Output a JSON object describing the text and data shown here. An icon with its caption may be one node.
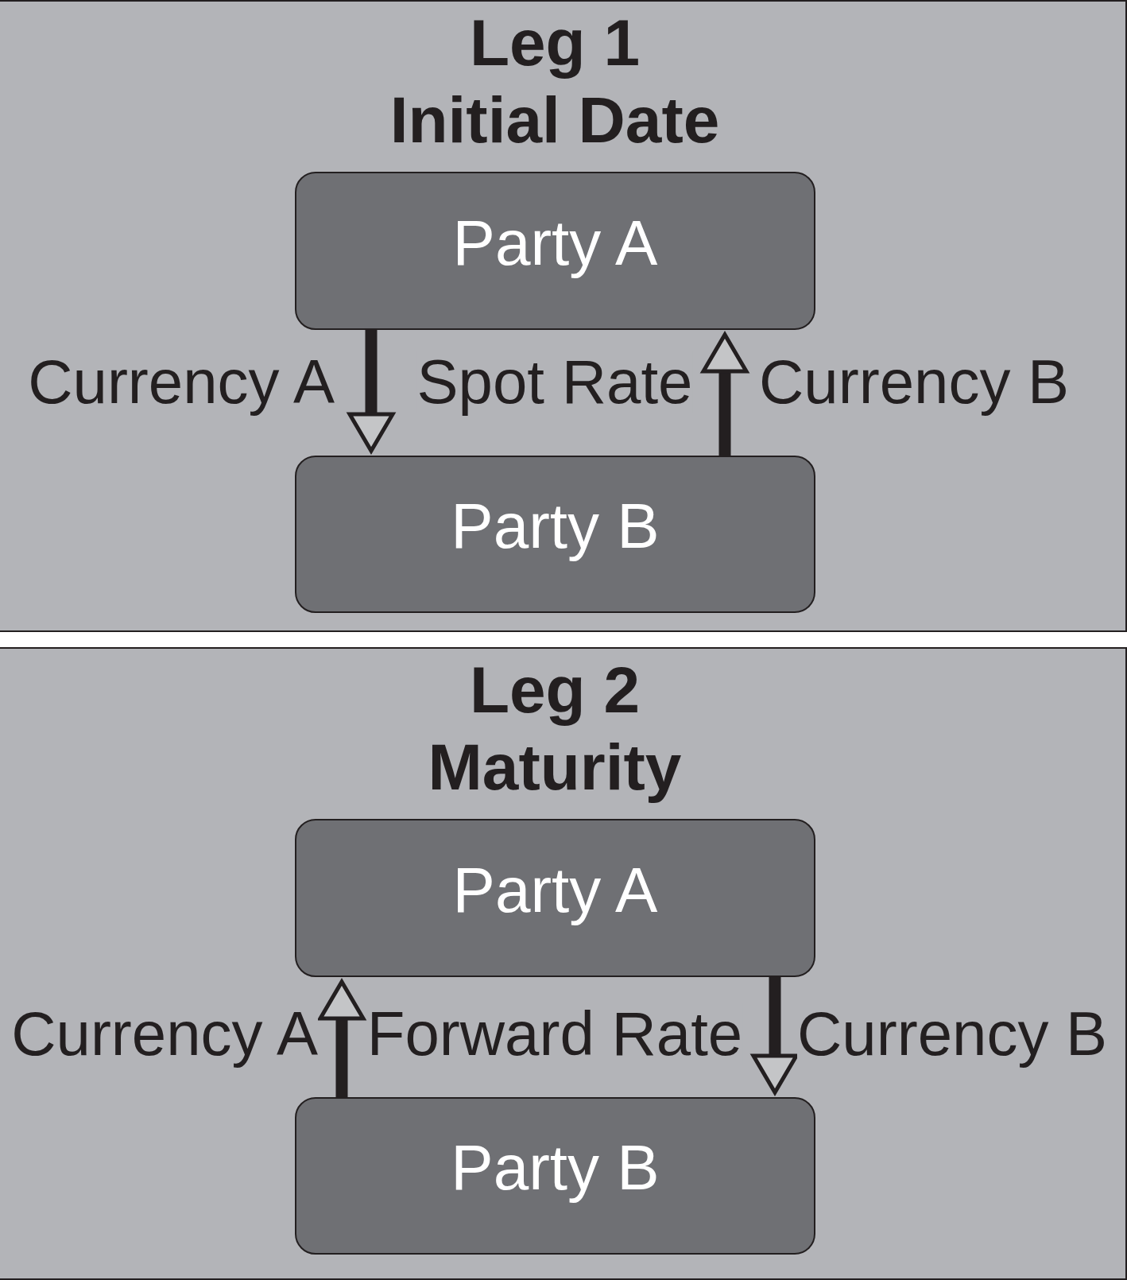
{
  "diagram": {
    "nodes": [
      {
        "text": [
          "Leg 1",
          "Initial Date"
        ]
      },
      {
        "text": [
          "Party A"
        ],
        "in": 0
      },
      {
        "text": [
          "Party B"
        ],
        "in": 0
      },
      {
        "text": [
          "Leg 2",
          "Maturity"
        ]
      },
      {
        "text": [
          "Party A"
        ],
        "in": 3
      },
      {
        "text": [
          "Party B"
        ],
        "in": 3
      }
    ],
    "edges": [
      {
        "from": 1,
        "to": 2,
        "arrow": "to",
        "label": "Currency A"
      },
      {
        "from": 2,
        "to": 1,
        "arrow": "to",
        "label": "Currency B"
      },
      {
        "from": 5,
        "to": 4,
        "arrow": "to",
        "label": "Currency A"
      },
      {
        "from": 4,
        "to": 5,
        "arrow": "to",
        "label": "Currency B"
      }
    ],
    "labels": [
      "Spot Rate",
      "Forward Rate"
    ]
  }
}
